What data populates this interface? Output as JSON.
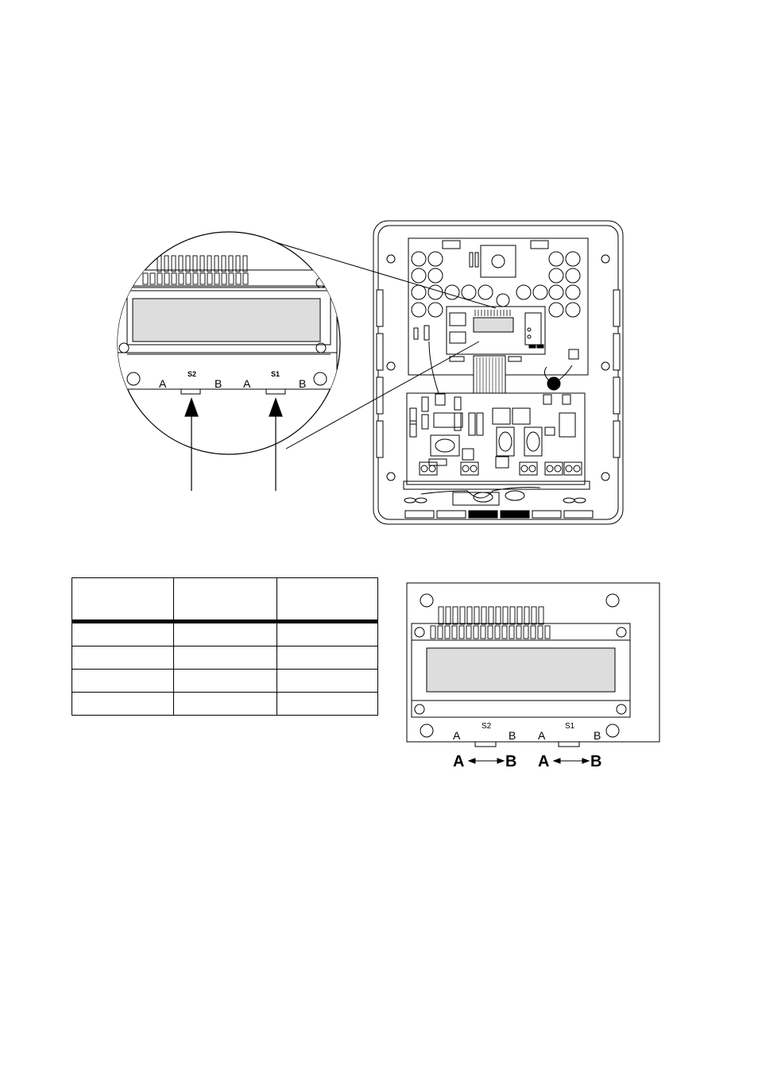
{
  "zoom_view": {
    "switch_labels": [
      "S2",
      "S1"
    ],
    "positions": [
      "A",
      "B",
      "A",
      "B"
    ]
  },
  "display_detail": {
    "switch_labels": [
      "S2",
      "S1"
    ],
    "positions": [
      "A",
      "B",
      "A",
      "B"
    ],
    "direction_labels": [
      "A",
      "B",
      "A",
      "B"
    ]
  },
  "table": {
    "columns": [
      "",
      "",
      ""
    ],
    "rows": [
      [
        "",
        "",
        ""
      ],
      [
        "",
        "",
        ""
      ],
      [
        "",
        "",
        ""
      ],
      [
        "",
        "",
        ""
      ]
    ]
  }
}
